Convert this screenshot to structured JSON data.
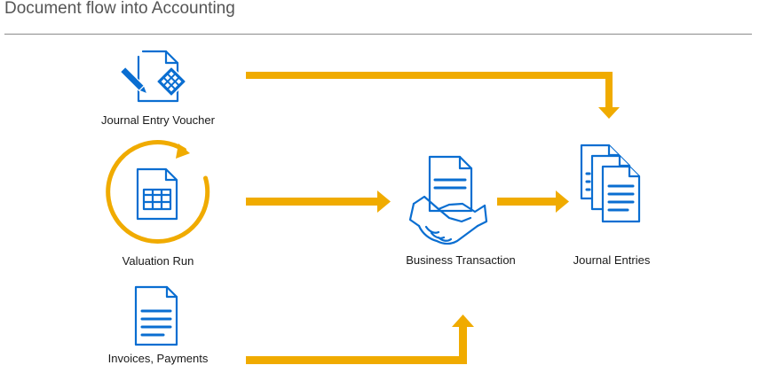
{
  "page": {
    "title": "Document flow into Accounting"
  },
  "nodes": {
    "journal_entry_voucher": {
      "label": "Journal Entry Voucher",
      "icon": "voucher-calculator-icon"
    },
    "valuation_run": {
      "label": "Valuation Run",
      "icon": "valuation-cycle-icon"
    },
    "invoices_payments": {
      "label": "Invoices, Payments",
      "icon": "document-icon"
    },
    "business_transaction": {
      "label": "Business Transaction",
      "icon": "handshake-document-icon"
    },
    "journal_entries": {
      "label": "Journal Entries",
      "icon": "stacked-documents-icon"
    }
  },
  "edges": [
    {
      "from": "journal_entry_voucher",
      "to": "journal_entries"
    },
    {
      "from": "valuation_run",
      "to": "business_transaction"
    },
    {
      "from": "invoices_payments",
      "to": "business_transaction"
    },
    {
      "from": "business_transaction",
      "to": "journal_entries"
    }
  ],
  "colors": {
    "arrow": "#f0ab00",
    "icon": "#0a6ed1",
    "text": "#1a1a1a"
  }
}
